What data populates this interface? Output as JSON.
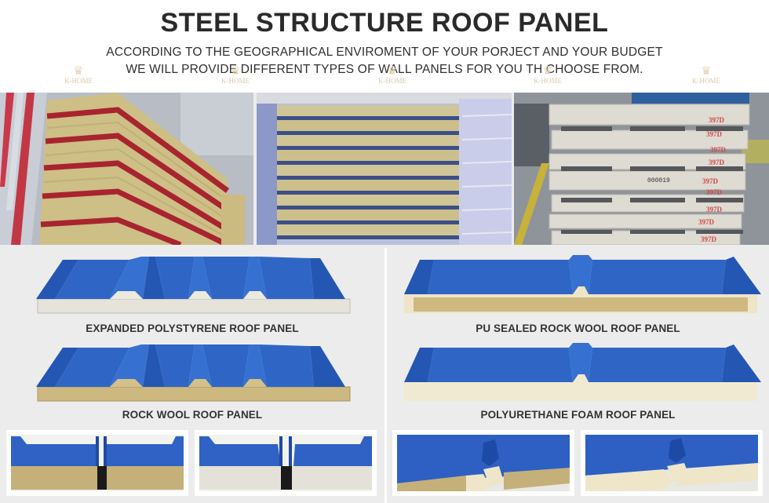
{
  "header": {
    "title": "STEEL STRUCTURE ROOF PANEL",
    "subtitle_line1": "ACCORDING TO THE GEOGRAPHICAL ENVIROMENT OF YOUR PORJECT AND YOUR BUDGET",
    "subtitle_line2": "WE WILL PROVIDE DIFFERENT TYPES OF WALL PANELS FOR YOU TH CHOOSE FROM."
  },
  "watermark": {
    "text": "K-HOME",
    "icon": "crown-icon"
  },
  "photos": [
    {
      "name": "rock-wool-panels-red-stack"
    },
    {
      "name": "rock-wool-panels-blue-stack",
      "label_marks": []
    },
    {
      "name": "eps-panels-white-stack",
      "label_marks": [
        "397D",
        "397D",
        "397D",
        "397D",
        "397D",
        "397D",
        "397D",
        "397D",
        "397D"
      ],
      "serial": "000019"
    }
  ],
  "panels": [
    {
      "label": "EXPANDED POLYSTYRENE ROOF PANEL",
      "core_color": "#e8e6de"
    },
    {
      "label": "PU SEALED ROCK WOOL ROOF PANEL",
      "core_color": "#d2bf8a"
    },
    {
      "label": "ROCK WOOL ROOF PANEL",
      "core_color": "#cdb880"
    },
    {
      "label": "POLYURETHANE FOAM ROOF PANEL",
      "core_color": "#f1ead2"
    }
  ],
  "thumbnails": [
    {
      "name": "rock-wool-joint-detail"
    },
    {
      "name": "eps-joint-detail"
    },
    {
      "name": "pu-sealed-rock-wool-joint-detail"
    },
    {
      "name": "pu-foam-joint-detail"
    }
  ],
  "colors": {
    "steel_blue": "#2a5fc0",
    "rock_wool": "#c9b37a",
    "eps": "#e5e3dc",
    "pu": "#efe7cc",
    "background": "#ececec"
  }
}
